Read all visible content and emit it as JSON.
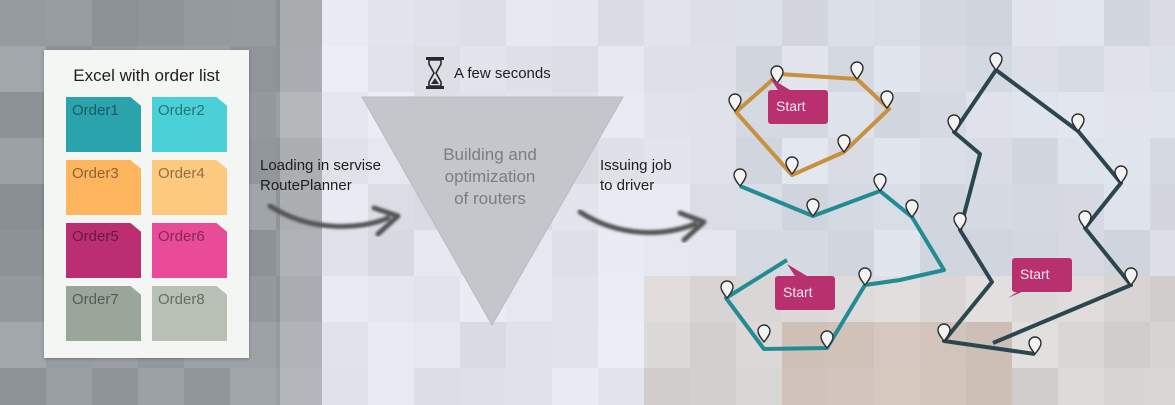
{
  "panel": {
    "title": "Excel with order list",
    "orders": [
      {
        "label": "Order1",
        "color": "#2aa3ac"
      },
      {
        "label": "Order2",
        "color": "#4ad0d7"
      },
      {
        "label": "Order3",
        "color": "#fdb55e"
      },
      {
        "label": "Order4",
        "color": "#fdc97f"
      },
      {
        "label": "Order5",
        "color": "#bb2f72"
      },
      {
        "label": "Order6",
        "color": "#ea4b98"
      },
      {
        "label": "Order7",
        "color": "#9aa69a"
      },
      {
        "label": "Order8",
        "color": "#b8c0b4"
      }
    ]
  },
  "step1": {
    "line1": "Loading in servise",
    "line2": "RoutePlanner"
  },
  "timer": {
    "icon": "hourglass-icon",
    "label": "A few seconds"
  },
  "process": {
    "line1": "Building and",
    "line2": "optimization",
    "line3": "of routers"
  },
  "step2": {
    "line1": "Issuing job",
    "line2": "to driver"
  },
  "routes": [
    {
      "start_label": "Start",
      "color": "#c8913f"
    },
    {
      "start_label": "Start",
      "color": "#238c93"
    },
    {
      "start_label": "Start",
      "color": "#2a474f"
    }
  ],
  "colors": {
    "triangle": "#c5c6cb",
    "start_box": "#b9306f",
    "pin": "#2e2e2e"
  }
}
